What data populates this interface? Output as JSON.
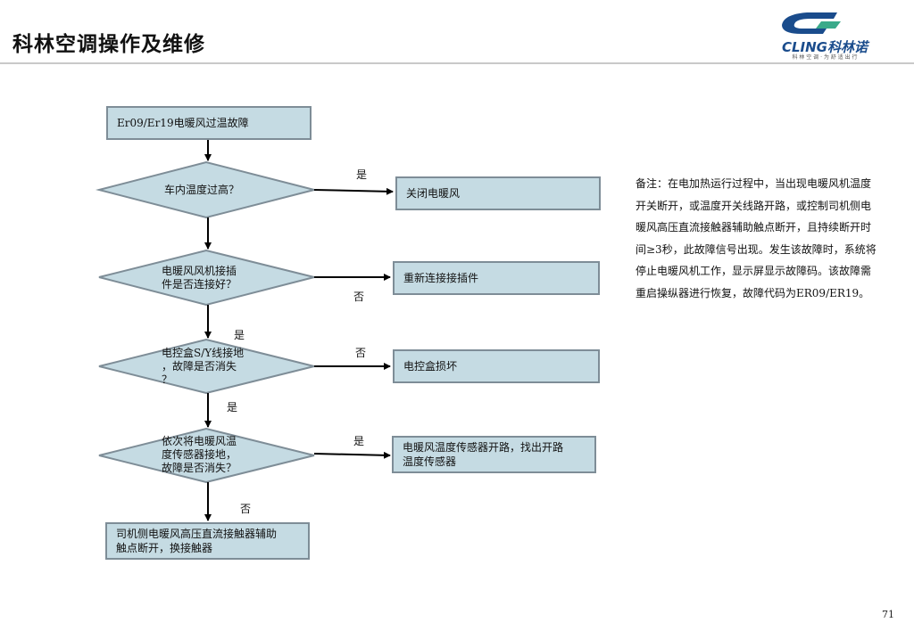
{
  "header": {
    "title": "科林空调操作及维修",
    "logo_text": "CLING科林诺",
    "logo_tagline": "科 林 空 调 · 为 舒 适 出 行"
  },
  "flow": {
    "start": "Er09/Er19电暖风过温故障",
    "decision1": "车内温度过高？",
    "action1": "关闭电暖风",
    "decision2": "电暖风风机接插\n件是否连接好？",
    "action2": "重新连接接插件",
    "decision3": "电控盒S/Y线接地\n，故障是否消失\n？",
    "action3": "电控盒损坏",
    "decision4": "依次将电暖风温\n度传感器接地，\n故障是否消失？",
    "action4": "电暖风温度传感器开路，找出开路\n温度传感器",
    "end": "司机侧电暖风高压直流接触器辅助\n触点断开，换接触器"
  },
  "labels": {
    "yes1": "是",
    "no2": "否",
    "yes2": "是",
    "no3": "否",
    "yes3": "是",
    "yes4": "是",
    "no4": "否"
  },
  "note": "备注：在电加热运行过程中，当出现电暖风机温度开关断开，或温度开关线路开路，或控制司机侧电暖风高压直流接触器辅助触点断开，且持续断开时间≥3秒，此故障信号出现。发生该故障时，系统将停止电暖风机工作，显示屏显示故障码。该故障需重启操纵器进行恢复，故障代码为ER09/ER19。",
  "page_number": "71",
  "colors": {
    "box_fill": "#c5dbe3",
    "box_border": "#7e8d97",
    "logo_blue": "#1a4c8c",
    "logo_green": "#3aaa8a"
  }
}
